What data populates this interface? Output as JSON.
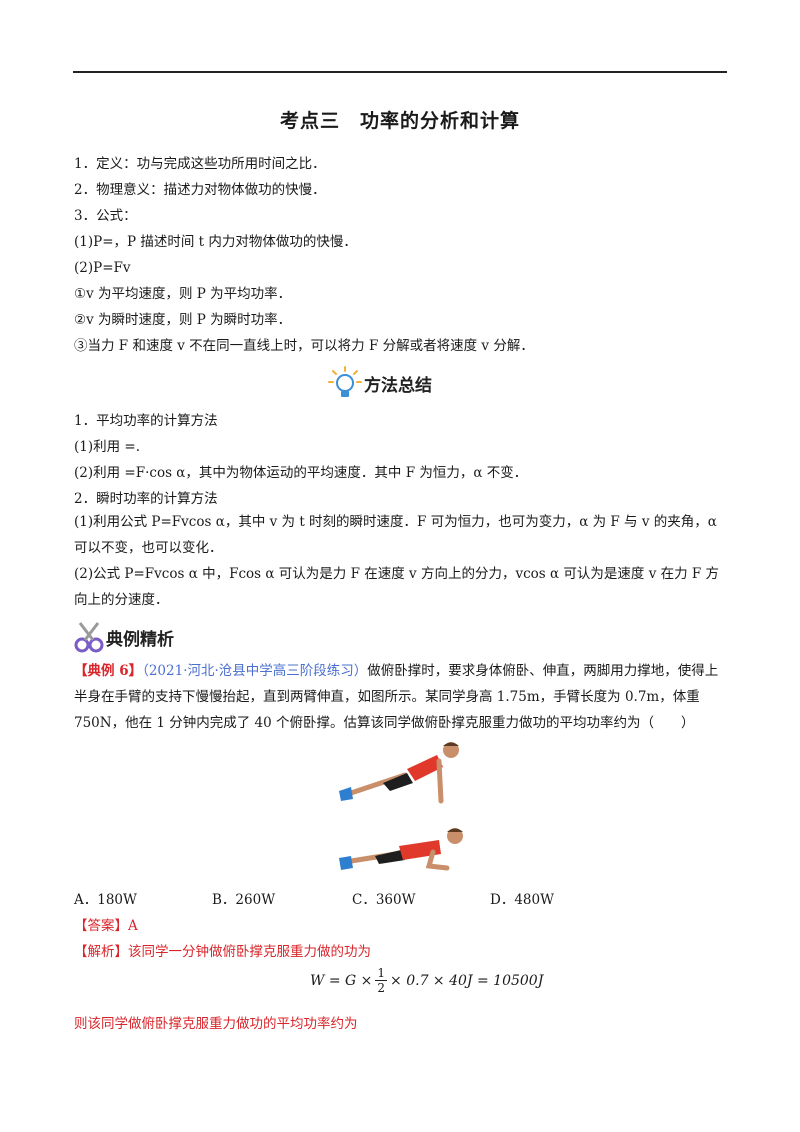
{
  "title": "考点三　功率的分析和计算",
  "defs": [
    "1．定义：功与完成这些功所用时间之比．",
    "2．物理意义：描述力对物体做功的快慢．",
    "3．公式：",
    "(1)P=，P 描述时间 t 内力对物体做功的快慢．",
    "(2)P=Fv",
    "①v 为平均速度，则 P 为平均功率．",
    "②v 为瞬时速度，则 P 为瞬时功率．",
    "③当力 F 和速度 v 不在同一直线上时，可以将力 F 分解或者将速度 v 分解．"
  ],
  "method_badge": "方法总结",
  "methods": [
    "1．平均功率的计算方法",
    "(1)利用 =.",
    "(2)利用 =F·cos α，其中为物体运动的平均速度．其中 F 为恒力，α 不变．",
    "2．瞬时功率的计算方法"
  ],
  "method_p1": "(1)利用公式 P=Fvcos α，其中 v 为 t 时刻的瞬时速度．F 可为恒力，也可为变力，α 为 F 与 v 的夹角，α 可以不变，也可以变化．",
  "method_p2": "(2)公式 P=Fvcos α 中，Fcos α 可认为是力 F 在速度 v 方向上的分力，vcos α 可认为是速度 v 在力 F 方向上的分速度．",
  "example_badge": "典例精析",
  "example": {
    "tag": "【典例 6】",
    "source": "（2021·河北·沧县中学高三阶段练习）",
    "text": "做俯卧撑时，要求身体俯卧、伸直，两脚用力撑地，使得上半身在手臂的支持下慢慢抬起，直到两臂伸直，如图所示。某同学身高 1.75m，手臂长度为 0.7m，体重 750N，他在 1 分钟内完成了 40 个俯卧撑。估算该同学做俯卧撑克服重力做功的平均功率约为（　　）"
  },
  "options": [
    "A．180W",
    "B．260W",
    "C．360W",
    "D．480W"
  ],
  "answer_tag": "【答案】",
  "answer_value": "A",
  "analysis_tag": "【解析】",
  "analysis_text": "该同学一分钟做俯卧撑克服重力做的功为",
  "formula": {
    "lhs": "W = G ×",
    "num": "1",
    "den": "2",
    "rhs": "× 0.7 × 40J = 10500J"
  },
  "conclusion": "则该同学做俯卧撑克服重力做功的平均功率约为",
  "colors": {
    "accent_red": "#d9262b",
    "source_blue": "#4a6fcf",
    "shirt_red": "#e0392b",
    "shorts": "#1e1e1e",
    "shoes": "#2f7fd0"
  }
}
